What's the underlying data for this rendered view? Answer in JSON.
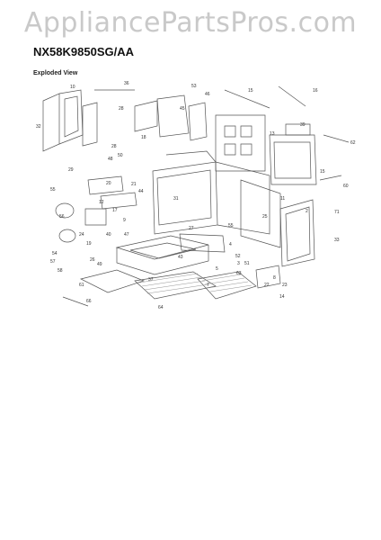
{
  "watermark": "AppliancePartsPros.com",
  "header": {
    "model": "NX58K9850SG/AA",
    "view_label": "Exploded View"
  },
  "part_labels": [
    "10",
    "36",
    "53",
    "46",
    "15",
    "16",
    "32",
    "28",
    "45",
    "18",
    "62",
    "13",
    "39",
    "28",
    "50",
    "48",
    "15",
    "11",
    "60",
    "20",
    "21",
    "44",
    "12",
    "29",
    "17",
    "31",
    "55",
    "56",
    "22",
    "14",
    "37",
    "26",
    "40",
    "27",
    "55",
    "9",
    "24",
    "47",
    "19",
    "54",
    "63",
    "43",
    "57",
    "49",
    "58",
    "61",
    "64",
    "5",
    "3",
    "23",
    "33",
    "66",
    "71",
    "2",
    "25",
    "4",
    "52",
    "51",
    "8",
    "7"
  ],
  "colors": {
    "line": "#555555",
    "watermark": "#c9c9c9"
  }
}
